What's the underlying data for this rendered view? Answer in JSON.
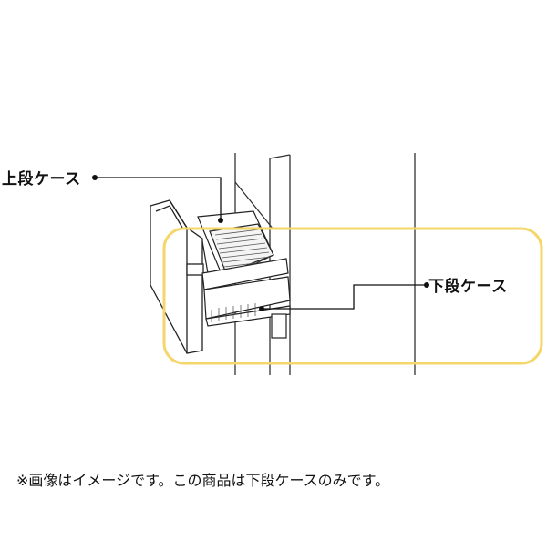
{
  "labels": {
    "upper_case": "上段ケース",
    "lower_case": "下段ケース"
  },
  "note": "※画像はイメージです。この商品は下段ケースのみです。",
  "colors": {
    "highlight": "#f5d66a",
    "line": "#222222",
    "background": "#ffffff"
  }
}
